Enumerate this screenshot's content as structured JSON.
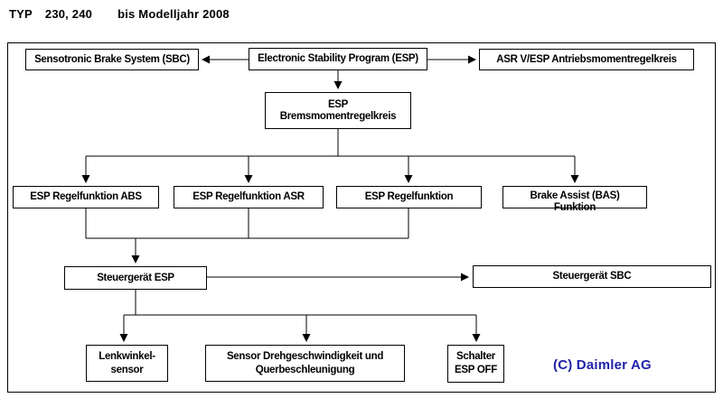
{
  "header": {
    "typ": "TYP",
    "models": "230, 240",
    "subtitle": "bis Modelljahr 2008"
  },
  "diagram": {
    "nodes": {
      "sbc": {
        "label": "Sensotronic Brake System (SBC)"
      },
      "esp": {
        "label": "Electronic Stability Program (ESP)"
      },
      "asr": {
        "label": "ASR V/ESP Antriebsmomentregelkreis"
      },
      "brems": {
        "line1": "ESP",
        "line2": "Bremsmomentregelkreis"
      },
      "abs": {
        "label": "ESP Regelfunktion ABS"
      },
      "asr_func": {
        "label": "ESP Regelfunktion ASR"
      },
      "esp_func": {
        "label": "ESP Regelfunktion"
      },
      "bas": {
        "line1": "Brake Assist (BAS)",
        "line2": "Funktion"
      },
      "sg_esp": {
        "label": "Steuergerät ESP"
      },
      "sg_sbc": {
        "label": "Steuergerät SBC"
      },
      "lenkwinkel": {
        "line1": "Lenkwinkel-",
        "line2": "sensor"
      },
      "dreh": {
        "line1": "Sensor Drehgeschwindigkeit und",
        "line2": "Querbeschleunigung"
      },
      "schalter": {
        "line1": "Schalter",
        "line2": "ESP OFF"
      }
    },
    "copyright": "(C) Daimler AG",
    "colors": {
      "copyright": "#2222AA",
      "line": "#000000",
      "box_border": "#000000",
      "background": "#FFFFFF"
    }
  }
}
